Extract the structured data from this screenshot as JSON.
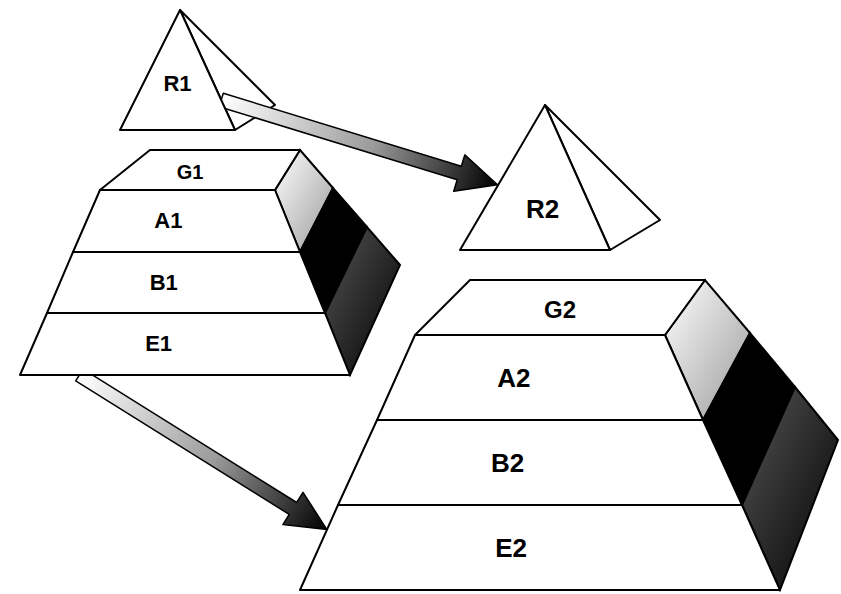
{
  "diagram": {
    "nodes": [
      {
        "text": [
          "R1"
        ]
      },
      {
        "text": [
          "G1"
        ]
      },
      {
        "text": [
          "A1"
        ]
      },
      {
        "text": [
          "B1"
        ]
      },
      {
        "text": [
          "E1"
        ]
      },
      {
        "text": [
          "R2"
        ]
      },
      {
        "text": [
          "G2"
        ]
      },
      {
        "text": [
          "A2"
        ]
      },
      {
        "text": [
          "B2"
        ]
      },
      {
        "text": [
          "E2"
        ]
      }
    ],
    "edges": [
      {
        "from": 0,
        "to": 5,
        "arrow": "to"
      },
      {
        "from": 4,
        "to": 9,
        "arrow": "to"
      }
    ]
  }
}
